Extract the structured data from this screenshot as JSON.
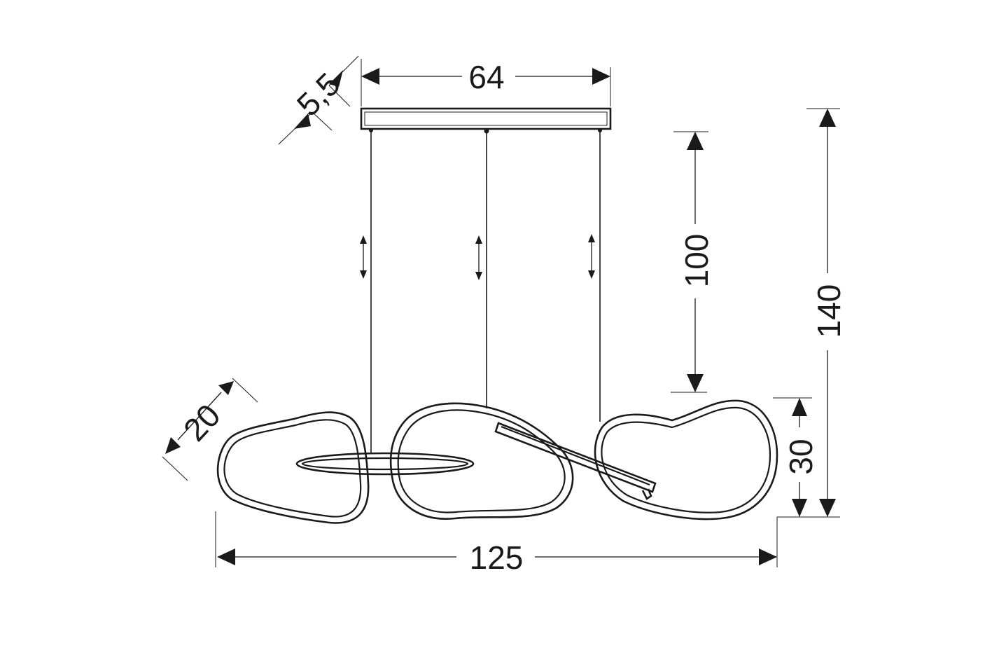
{
  "dimensions": {
    "canopy_width": "64",
    "canopy_depth": "5,5",
    "cable_length": "100",
    "total_height": "140",
    "fixture_depth": "20",
    "fixture_height": "30",
    "total_width": "125"
  }
}
